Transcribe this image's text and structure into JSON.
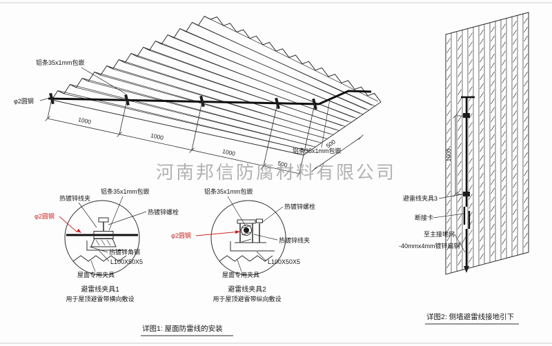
{
  "watermark": "河南邦信防腐材料有限公司",
  "roof": {
    "alu_strip_top": "铝条35x1mm包嵌",
    "round_steel": "φ2圆钢",
    "alu_strip_right": "铝条35x1mm包嵌",
    "dims": {
      "d1": "1000",
      "d2": "1000",
      "d3": "1000",
      "d4": "500",
      "d5": "500"
    }
  },
  "detail1": {
    "caption": "详图1: 屋面防雷线的安装",
    "clamp1": {
      "title": "避雷线夹具1",
      "subtitle": "用于屋顶避雷带横向敷设",
      "wire_clip": "热镀锌线夹",
      "alu_strip": "铝条35x1mm包嵌",
      "bolt": "热镀锌螺栓",
      "round_steel": "φ2圆钢",
      "angle_steel": "热镀锌角钢",
      "angle_size": "L100X50X5",
      "roof_clamp": "屋面专用夹具"
    },
    "clamp2": {
      "title": "避雷线夹具2",
      "subtitle": "用于屋顶避雷带纵向敷设",
      "alu_strip": "铝条35x1mm包嵌",
      "bolt": "热镀锌螺栓",
      "wire_clip": "热镀锌线夹",
      "round_steel": "φ2圆钢",
      "angle_size": "L100X50X5",
      "roof_clamp": "屋面专用夹具"
    }
  },
  "detail2": {
    "caption": "详图2: 侧墙避雷线接地引下",
    "dim": "1000",
    "clamp3": "避雷线夹具3",
    "disconnect": "断接卡",
    "to_ground": "至主接地网",
    "flat_steel": "-40mmx4mm镀锌扁钢"
  }
}
